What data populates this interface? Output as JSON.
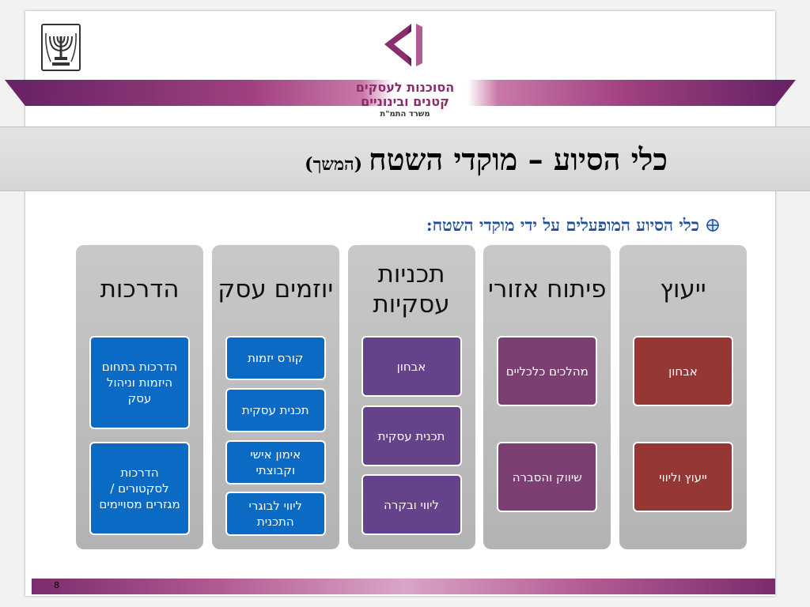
{
  "logo": {
    "line1": "הסוכנות לעסקים",
    "line2": "קטנים ובינוניים",
    "line3": "משרד התמ\"ת"
  },
  "title": {
    "main": "כלי הסיוע – מוקדי השטח",
    "sub": "(המשך)"
  },
  "bullet": "כלי הסיוע המופעלים על ידי מוקדי השטח:",
  "columns": [
    {
      "header": "ייעוץ",
      "items": [
        "אבחון",
        "ייעוץ וליווי"
      ]
    },
    {
      "header": "פיתוח אזורי",
      "items": [
        "מהלכים כלכליים",
        "שיווק והסברה"
      ]
    },
    {
      "header": "תכניות עסקיות",
      "items": [
        "אבחון",
        "תכנית עסקית",
        "ליווי ובקרה"
      ]
    },
    {
      "header": "יוזמים עסק",
      "items": [
        "קורס יזמות",
        "תכנית עסקית",
        "אימון אישי וקבוצתי",
        "ליווי לבוגרי התכנית"
      ]
    },
    {
      "header": "הדרכות",
      "items": [
        "הדרכות בתחום היזמות וניהול עסק",
        "הדרכות לסקטורים / מגזרים מסויימים"
      ]
    }
  ],
  "footer": {
    "page_number": "8"
  },
  "colors": {
    "brand": "#8a2d6c",
    "bullet_text": "#1f4e9b",
    "consulting": "#953735",
    "regional": "#7b3f72",
    "business_plans": "#65438a",
    "entrepreneurs": "#0b6ac3",
    "trainings": "#0b6ac3"
  },
  "icons": {
    "emblem": "menorah-emblem-icon",
    "logo": "agency-logo-icon",
    "bullet": "crosshair-bullet-icon"
  }
}
